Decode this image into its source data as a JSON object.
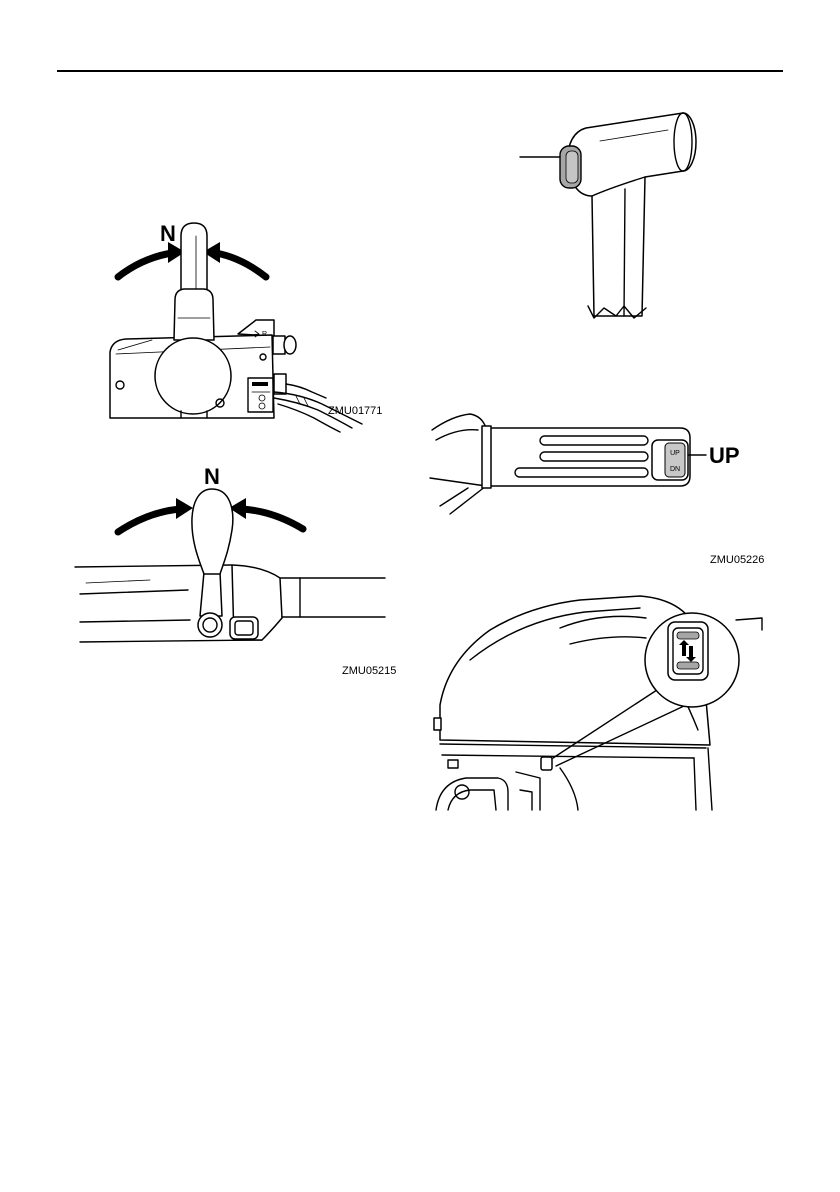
{
  "figures": {
    "remote_control": {
      "neutral_label": "N",
      "forward_mark": "F",
      "reverse_mark": "R",
      "code": "ZMU01771"
    },
    "tiller_shift": {
      "neutral_label": "N",
      "code": "ZMU05215"
    },
    "tiller_trim_switch": {
      "switch_up": "UP",
      "switch_down": "DN",
      "callout": "UP",
      "code": "ZMU05226"
    }
  },
  "colors": {
    "ink": "#000000",
    "paper": "#ffffff",
    "switch_gray": "#a6a6a6"
  }
}
